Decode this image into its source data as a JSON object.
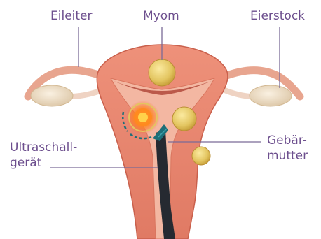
{
  "labels": {
    "fallopian_tube": "Eileiter",
    "fibroid": "Myom",
    "ovary": "Eierstock",
    "ultrasound_line1": "Ultraschall-",
    "ultrasound_line2": "gerät",
    "uterus_line1": "Gebär-",
    "uterus_line2": "mutter"
  },
  "colors": {
    "label_text": "#6d4f8e",
    "leader_line": "#7a6a96",
    "uterus_wall": "#e8836c",
    "uterus_edge": "#c9604c",
    "cavity": "#f3b7a2",
    "fibroid": "#e3c560",
    "ovary": "#efe0c8",
    "probe": "#262a31",
    "probe_tip": "#1e6f78",
    "ablation_glow": "#ff7a1e"
  },
  "icons": {
    "probe": "ultrasound-probe-icon",
    "ablation": "ablation-target-icon"
  }
}
